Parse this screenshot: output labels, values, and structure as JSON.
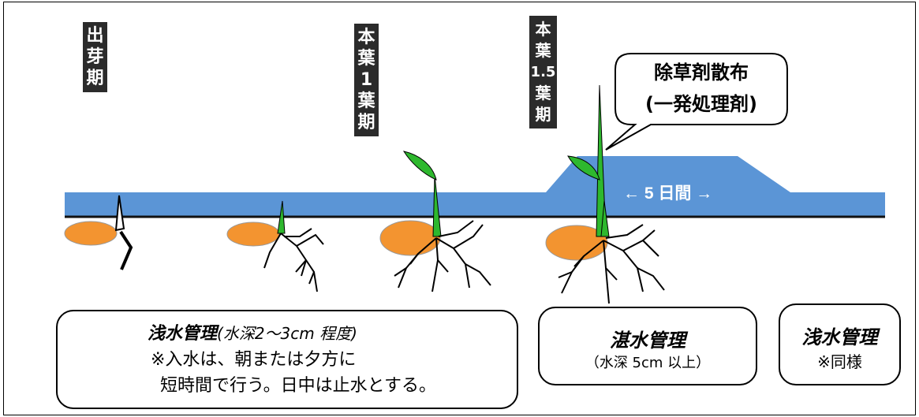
{
  "stages": {
    "emergence": [
      "出",
      "芽",
      "期"
    ],
    "leaf1": [
      "本",
      "葉",
      "1",
      "葉",
      "期"
    ],
    "leaf15": [
      "本",
      "葉",
      "1.5",
      "葉",
      "期"
    ]
  },
  "callout": {
    "line1": "除草剤散布",
    "line2": "(一発処理剤)"
  },
  "water_label": "← 5 日間 →",
  "boxes": {
    "shallow": {
      "title": "浅水管理",
      "title_note": "(水深2～3cm 程度)",
      "line1": "※入水は、朝または夕方に",
      "line2": "短時間で行う。日中は止水とする。"
    },
    "deep": {
      "title": "湛水管理",
      "sub": "（水深 5cm 以上）"
    },
    "shallow2": {
      "title": "浅水管理",
      "sub": "※同様"
    }
  },
  "colors": {
    "water": "#5b95d6",
    "seed": "#f39430",
    "leaf": "#2eb82e",
    "stage_bg": "#2b2b2b"
  }
}
